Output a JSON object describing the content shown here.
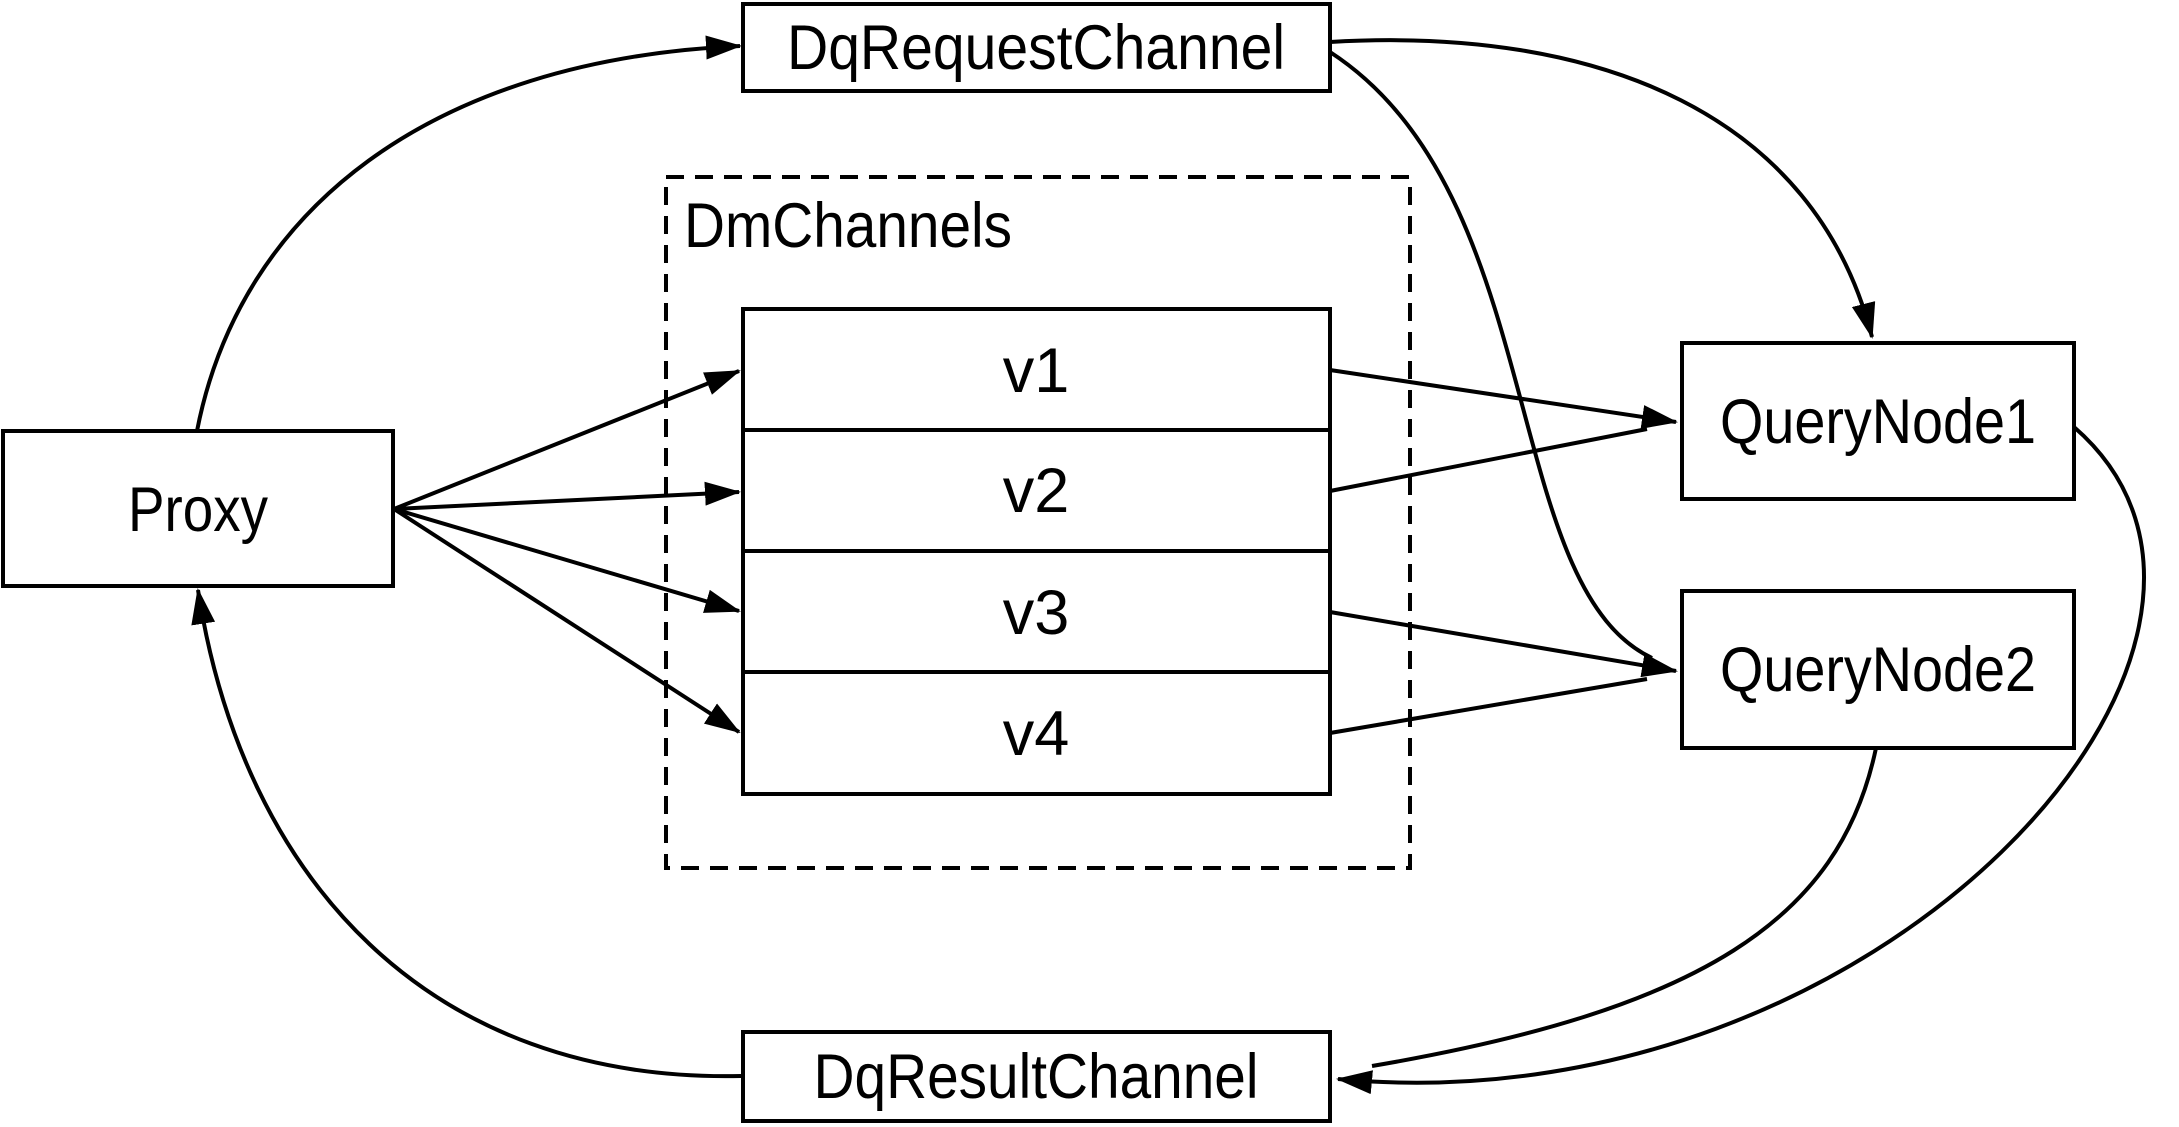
{
  "diagram": {
    "nodes": {
      "proxy": {
        "label": "Proxy"
      },
      "dq_request_channel": {
        "label": "DqRequestChannel"
      },
      "dm_channels_group": {
        "label": "DmChannels"
      },
      "channels": [
        {
          "label": "v1"
        },
        {
          "label": "v2"
        },
        {
          "label": "v3"
        },
        {
          "label": "v4"
        }
      ],
      "query_node_1": {
        "label": "QueryNode1"
      },
      "query_node_2": {
        "label": "QueryNode2"
      },
      "dq_result_channel": {
        "label": "DqResultChannel"
      }
    },
    "edges": [
      {
        "from": "Proxy",
        "to": "DqRequestChannel"
      },
      {
        "from": "DqRequestChannel",
        "to": "QueryNode1"
      },
      {
        "from": "DqRequestChannel",
        "to": "QueryNode2"
      },
      {
        "from": "Proxy",
        "to": "v1"
      },
      {
        "from": "Proxy",
        "to": "v2"
      },
      {
        "from": "Proxy",
        "to": "v3"
      },
      {
        "from": "Proxy",
        "to": "v4"
      },
      {
        "from": "v1",
        "to": "QueryNode1"
      },
      {
        "from": "v2",
        "to": "QueryNode1"
      },
      {
        "from": "v3",
        "to": "QueryNode2"
      },
      {
        "from": "v4",
        "to": "QueryNode2"
      },
      {
        "from": "QueryNode1",
        "to": "DqResultChannel"
      },
      {
        "from": "QueryNode2",
        "to": "DqResultChannel"
      },
      {
        "from": "DqResultChannel",
        "to": "Proxy"
      }
    ],
    "colors": {
      "line": "#000000",
      "node_fill": "#ffffff",
      "text": "#000000",
      "background": "#ffffff"
    }
  }
}
